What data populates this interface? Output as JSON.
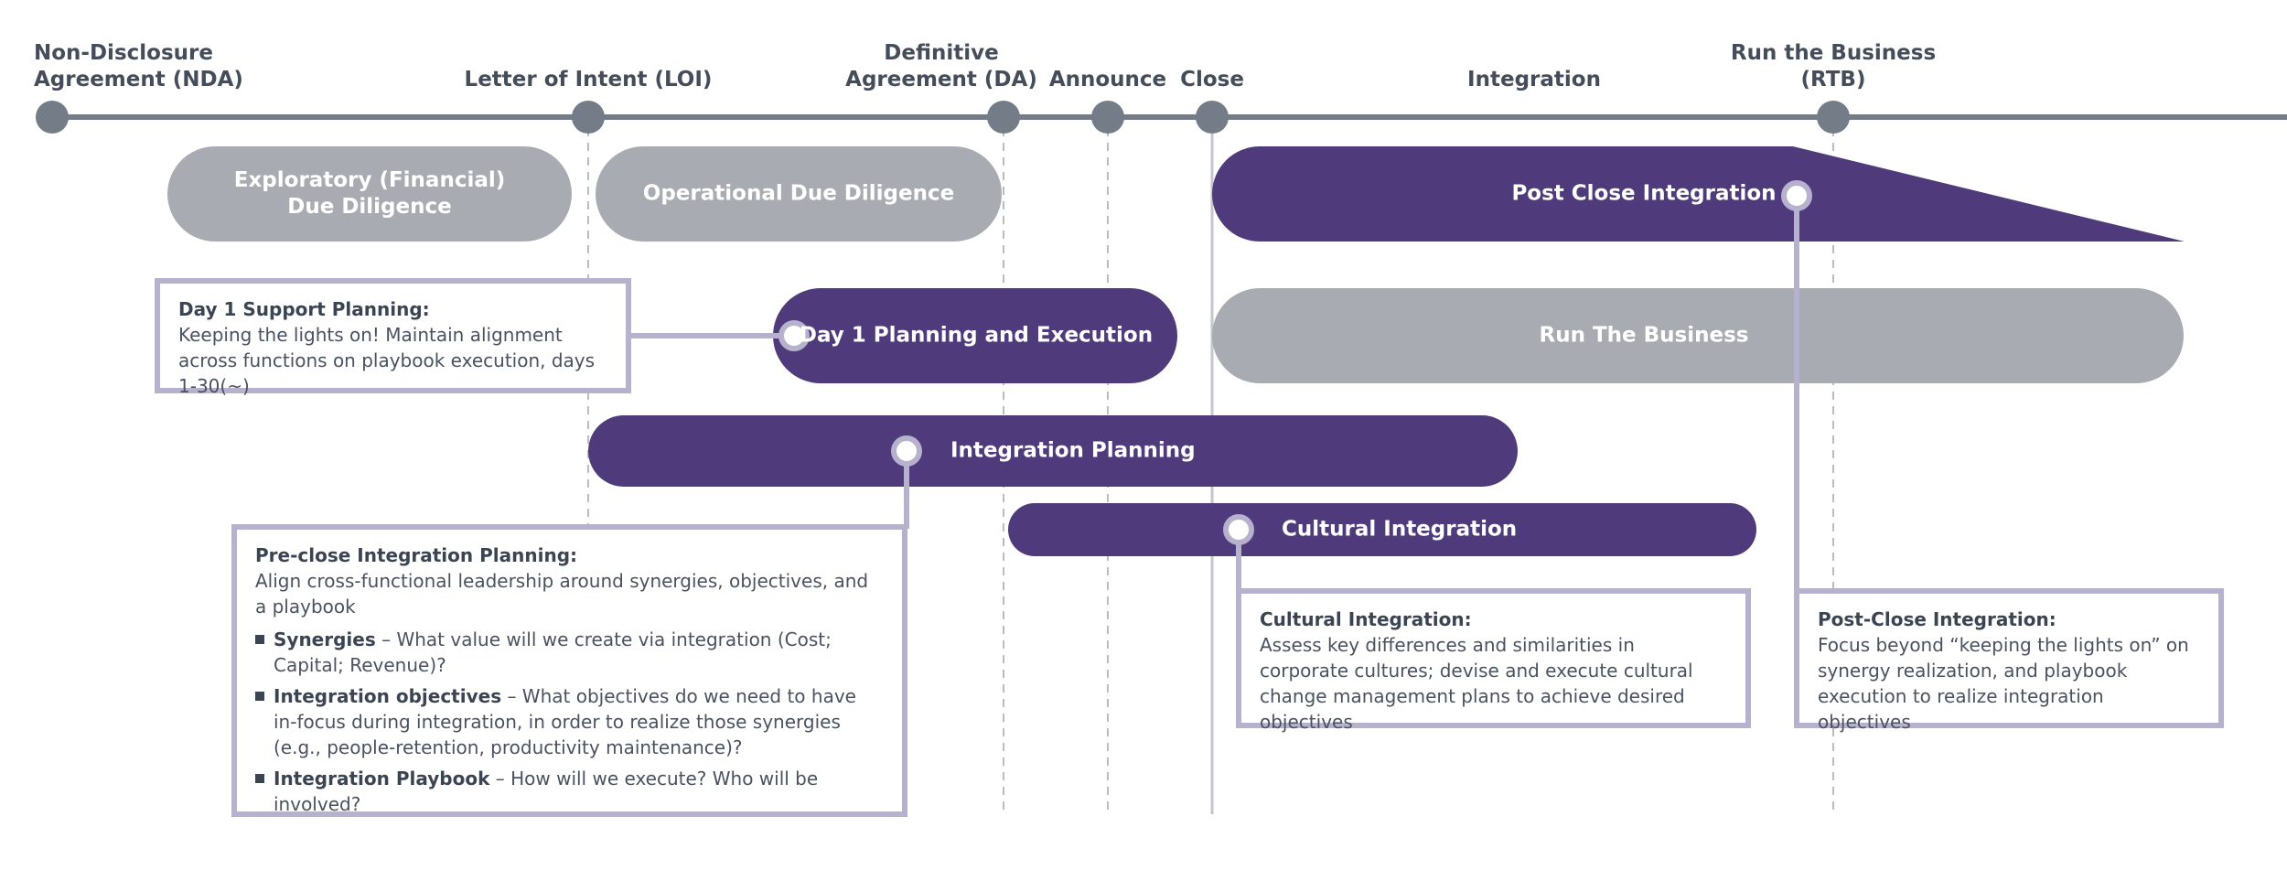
{
  "colors": {
    "timeline": "#737c87",
    "milestone_dot": "#737c87",
    "purple": "#4f3b7b",
    "gray_bar": "#a8acb2",
    "callout_border": "#b6b1cd",
    "dashed_line": "#b9bdc3",
    "text": "#3b4453"
  },
  "milestones": [
    {
      "id": "nda",
      "lines": [
        "Non-Disclosure",
        "Agreement (NDA)"
      ]
    },
    {
      "id": "loi",
      "lines": [
        "Letter of Intent (LOI)"
      ]
    },
    {
      "id": "da",
      "lines": [
        "Definitive",
        "Agreement (DA)"
      ]
    },
    {
      "id": "announce",
      "lines": [
        "Announce"
      ]
    },
    {
      "id": "close",
      "lines": [
        "Close"
      ]
    },
    {
      "id": "integration",
      "lines": [
        "Integration"
      ]
    },
    {
      "id": "rtb",
      "lines": [
        "Run the Business",
        "(RTB)"
      ]
    }
  ],
  "bars": {
    "exploratory": [
      "Exploratory (Financial)",
      "Due Diligence"
    ],
    "operational": "Operational Due Diligence",
    "post_close": "Post Close Integration",
    "day1": "Day 1 Planning and Execution",
    "rtb": "Run The Business",
    "integration_planning": "Integration Planning",
    "cultural": "Cultural Integration"
  },
  "callouts": {
    "day1_support": {
      "title": "Day 1 Support Planning:",
      "body": "Keeping the lights on! Maintain alignment across functions on playbook execution, days 1-30(~)"
    },
    "preclose": {
      "title": "Pre-close Integration Planning:",
      "body": "Align cross-functional leadership around synergies, objectives, and a playbook",
      "bullets": [
        {
          "strong": "Synergies",
          "text": " – What value will we create via integration (Cost; Capital; Revenue)?"
        },
        {
          "strong": "Integration objectives",
          "text": " – What objectives do we need to have in-focus during integration, in order to realize those synergies (e.g., people-retention, productivity maintenance)?"
        },
        {
          "strong": "Integration Playbook",
          "text": " – How will we execute? Who will be involved?"
        }
      ]
    },
    "cultural": {
      "title": "Cultural Integration:",
      "body": "Assess key differences and similarities in corporate cultures; devise and execute cultural change management plans to achieve desired objectives"
    },
    "post_close": {
      "title": "Post-Close Integration:",
      "body": "Focus beyond “keeping the lights on” on synergy realization, and playbook execution to realize integration objectives"
    }
  }
}
